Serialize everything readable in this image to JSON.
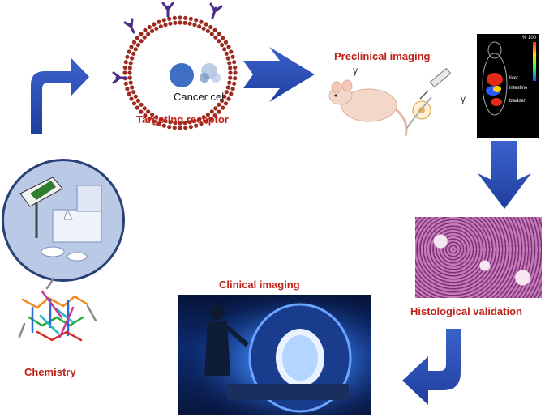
{
  "labels": {
    "targeting_receptor": "Targeting receptor",
    "cancer_cell": "Cancer cell",
    "preclinical_imaging": "Preclinical imaging",
    "histological_validation": "Histological validation",
    "clinical_imaging": "Clinical imaging",
    "chemistry": "Chemistry"
  },
  "pet_scan": {
    "scale_label": "% 100",
    "organs": [
      "liver",
      "intestine",
      "bladder"
    ]
  },
  "gamma_symbol": "γ",
  "colors": {
    "arrow_blue": "#2b4fb8",
    "label_red": "#c0221a",
    "receptor_purple": "#4b2e8c",
    "lipid_red": "#9c2a1f"
  }
}
